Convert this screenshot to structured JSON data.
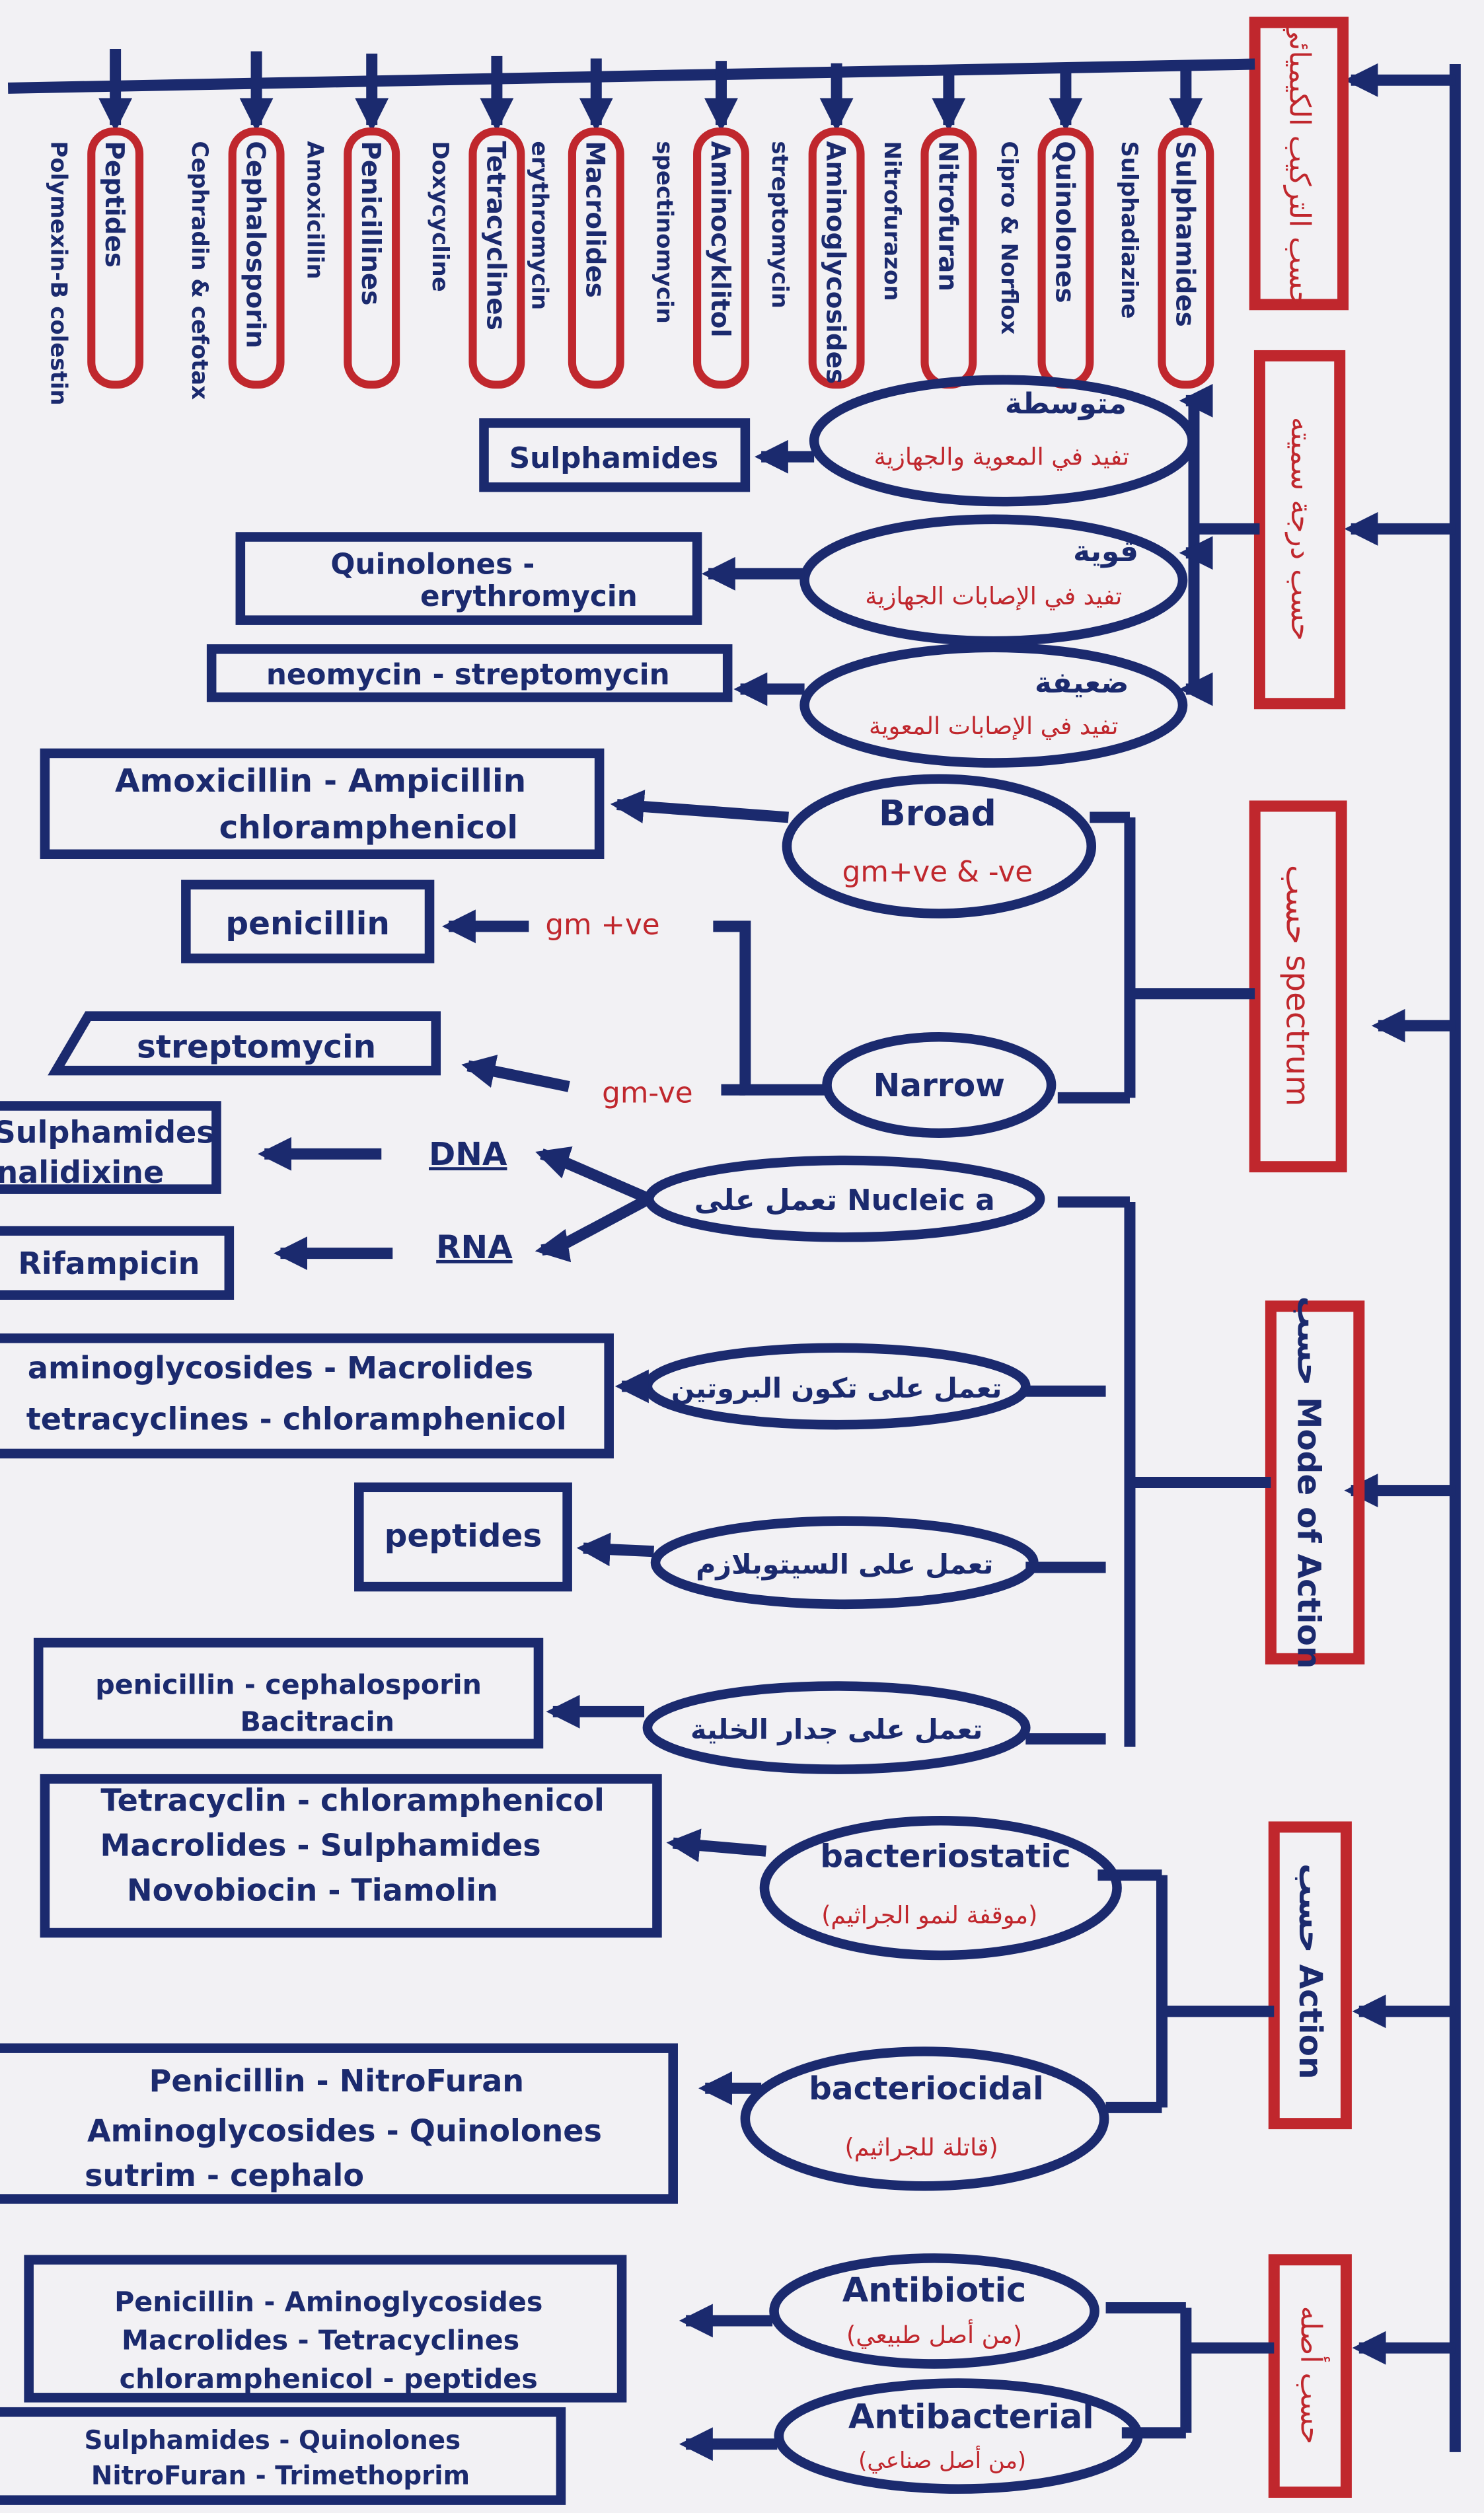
{
  "categories": {
    "by_origin": "حسب أصله",
    "action": "حسب Action",
    "mode_of_action": "حسب Mode of Action",
    "spectrum": "حسب spectrum",
    "toxicity": "حسب درجة سميته",
    "chemical": "حسب التركيب الكيميائي"
  },
  "chemical_groups": [
    {
      "name": "Sulphamides",
      "examples": "Sulphadiazine"
    },
    {
      "name": "Quinolones",
      "examples": "Cipro & Norflox"
    },
    {
      "name": "Nitrofuran",
      "examples": "Nitrofurazon"
    },
    {
      "name": "Aminoglycosides",
      "examples": "streptomycin"
    },
    {
      "name": "Aminocyklitol",
      "examples": "spectinomycin"
    },
    {
      "name": "Macrolides",
      "examples": "erythromycin"
    },
    {
      "name": "Tetracyclines",
      "examples": "Doxycycline"
    },
    {
      "name": "Penicillines",
      "examples": "Amoxicillin"
    },
    {
      "name": "Cephalosporin",
      "examples": "Cephradin & cefotax"
    },
    {
      "name": "Peptides",
      "examples": "Polymexin-B colestin"
    }
  ],
  "toxicity": [
    {
      "label": "متوسطة",
      "note": "تفيد في المعوية والجهازية",
      "drugs": [
        "Sulphamides"
      ]
    },
    {
      "label": "قوية",
      "note": "تفيد في الإصابات الجهازية",
      "drugs": [
        "Quinolones -",
        "erythromycin"
      ]
    },
    {
      "label": "ضعيفة",
      "note": "تفيد في الإصابات المعوية",
      "drugs": [
        "neomycin - streptomycin"
      ]
    }
  ],
  "spectrum": {
    "broad": {
      "label": "Broad",
      "note": "gm+ve & -ve",
      "drugs": [
        "Amoxicillin - Ampicillin",
        "chloramphenicol"
      ]
    },
    "narrow": {
      "label": "Narrow",
      "gm_pos": "gm +ve",
      "gm_neg": "gm-ve",
      "gm_pos_drug": "penicillin",
      "gm_neg_drug": "streptomycin"
    }
  },
  "mode_of_action": {
    "nucleic": {
      "label": "تعمل على Nucleic a",
      "dna": "DNA",
      "rna": "RNA",
      "dna_drugs": [
        "Sulphamides",
        "nalidixine"
      ],
      "rna_drug": "Rifampicin"
    },
    "protein": {
      "label": "تعمل على تكون البروتين",
      "drugs": [
        "aminoglycosides - Macrolides",
        "tetracyclines - chloramphenicol"
      ]
    },
    "cytoplasm": {
      "label": "تعمل على السيتوبلازم",
      "drug": "peptides"
    },
    "cell_wall": {
      "label": "تعمل على جدار الخلية",
      "drugs": [
        "penicillin - cephalosporin",
        "Bacitracin"
      ]
    }
  },
  "action": {
    "static": {
      "label": "bacteriostatic",
      "note": "(موقفة لنمو الجراثيم)",
      "drugs": [
        "Tetracyclin - chloramphenicol",
        "Macrolides - Sulphamides",
        "Novobiocin - Tiamolin"
      ]
    },
    "cidal": {
      "label": "bacteriocidal",
      "note": "(قاتلة للجراثيم)",
      "drugs": [
        "Penicillin - NitroFuran",
        "Aminoglycosides - Quinolones",
        "sutrim - cephalo"
      ]
    }
  },
  "origin": {
    "antibiotic": {
      "label": "Antibiotic",
      "note": "(من أصل طبيعي)",
      "drugs": [
        "Penicillin - Aminoglycosides",
        "Macrolides - Tetracyclines",
        "chloramphenicol - peptides"
      ]
    },
    "antibacterial": {
      "label": "Antibacterial",
      "note": "(من أصل صناعي)",
      "drugs": [
        "Sulphamides - Quinolones",
        "NitroFuran - Trimethoprim"
      ]
    }
  }
}
